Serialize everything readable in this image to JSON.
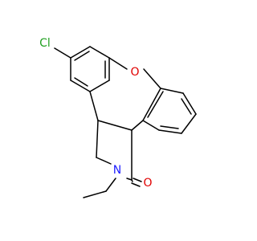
{
  "molecule": {
    "atoms": {
      "chlorine": {
        "symbol": "Cl",
        "color": "#20a020"
      },
      "oxygen_ether": {
        "symbol": "O",
        "color": "#e00000"
      },
      "nitrogen": {
        "symbol": "N",
        "color": "#2020ff"
      },
      "oxygen_carbonyl": {
        "symbol": "O",
        "color": "#e00000"
      }
    },
    "bond_color": "#000000"
  }
}
